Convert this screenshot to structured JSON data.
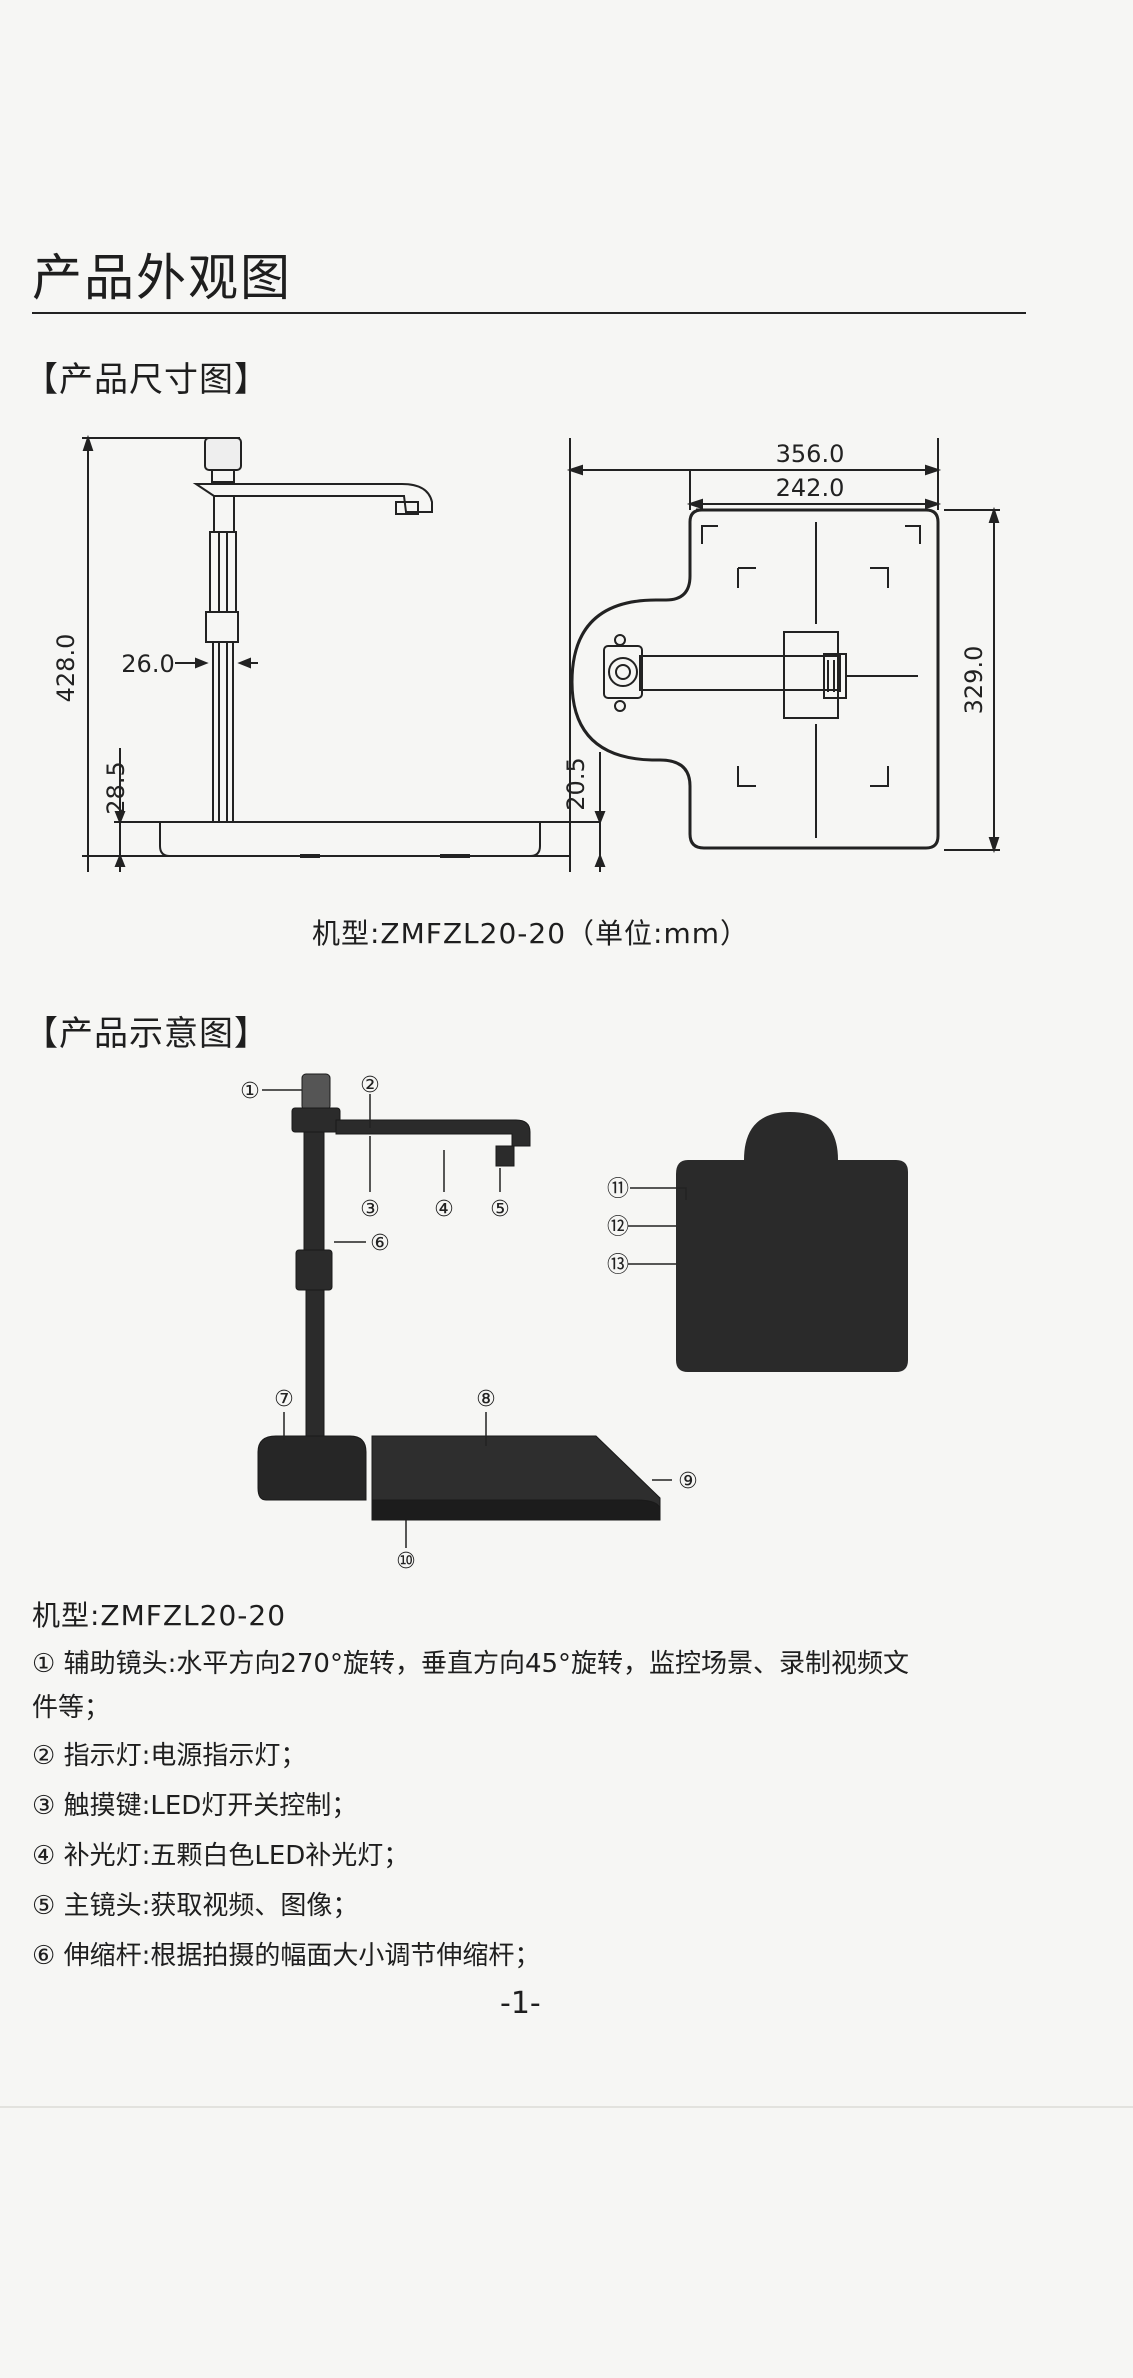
{
  "page_title": "产品外观图",
  "size_section": {
    "heading": "【产品尺寸图】",
    "side_view": {
      "height_total": "428.0",
      "pole_width": "26.0",
      "base_height": "28.5"
    },
    "top_view": {
      "width_total": "356.0",
      "width_platform": "242.0",
      "depth": "329.0",
      "base_height": "20.5"
    },
    "caption": "机型:ZMFZL20-20（单位:mm）"
  },
  "diagram_section": {
    "heading": "【产品示意图】",
    "callouts": [
      "①",
      "②",
      "③",
      "④",
      "⑤",
      "⑥",
      "⑦",
      "⑧",
      "⑨",
      "⑩",
      "⑪",
      "⑫",
      "⑬"
    ]
  },
  "model_label": "机型:ZMFZL20-20",
  "descriptions": [
    "① 辅助镜头:水平方向270°旋转，垂直方向45°旋转，监控场景、录制视频文",
    "件等；",
    "② 指示灯:电源指示灯；",
    "③ 触摸键:LED灯开关控制；",
    "④ 补光灯:五颗白色LED补光灯；",
    "⑤ 主镜头:获取视频、图像；",
    "⑥ 伸缩杆:根据拍摄的幅面大小调节伸缩杆；"
  ],
  "page_number": "-1-"
}
